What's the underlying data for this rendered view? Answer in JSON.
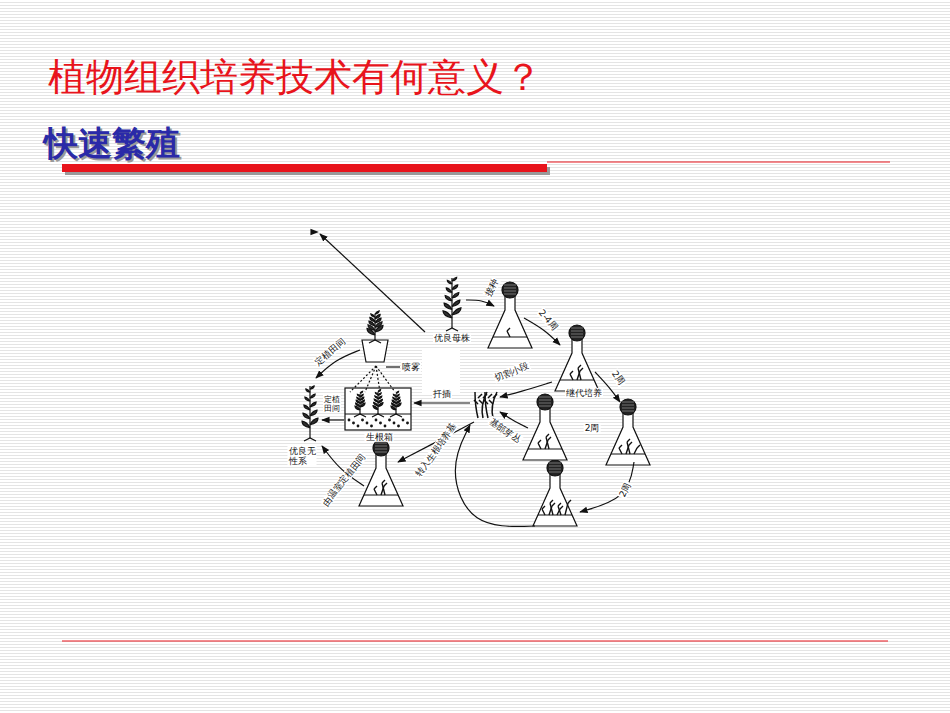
{
  "diagram": {
    "title": "植物组织培养技术有何意义？",
    "labels": [
      "快速繁殖",
      "优良母株",
      "接种",
      "2-4周",
      "切割小段",
      "继代培养",
      "2周",
      "基部芽丛",
      "2周",
      "2周",
      "扦插",
      "喷雾",
      "定植田间",
      "定植田间",
      "生根箱",
      "优良无性系",
      "由温室定植田间",
      "转入生根培养基"
    ]
  }
}
